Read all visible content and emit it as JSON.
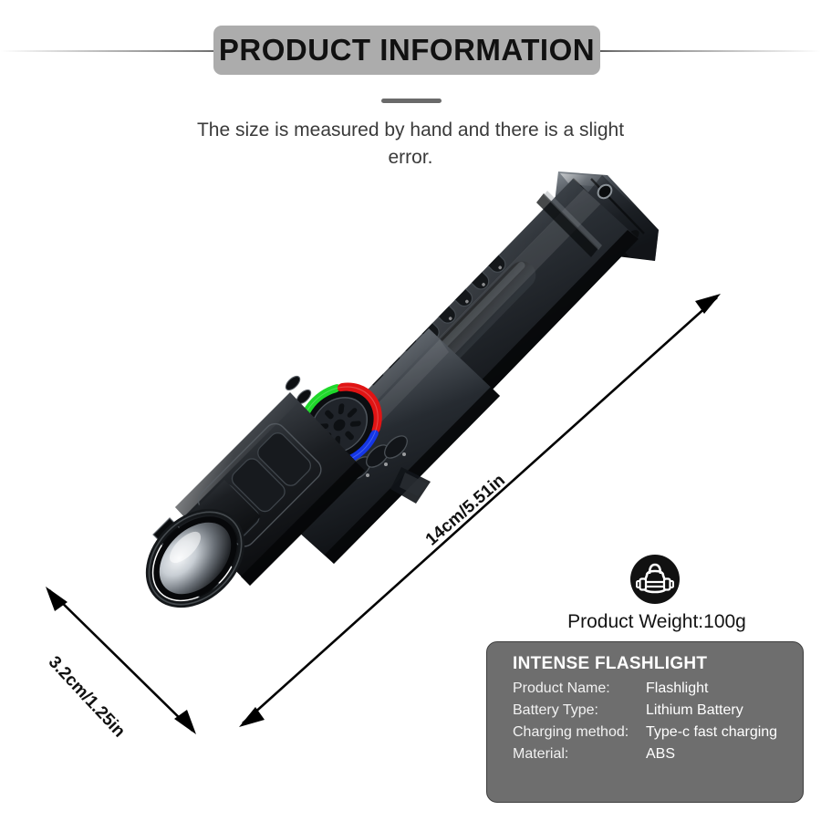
{
  "header": {
    "title": "PRODUCT INFORMATION",
    "subtitle": "The size is measured by hand and there is a slight error."
  },
  "dimensions": {
    "length_label": "14cm/5.51in",
    "width_label": "3.2cm/1.25in"
  },
  "weight": {
    "icon": "kettlebell-weight-icon",
    "text": "Product Weight:100g"
  },
  "spec_card": {
    "title": "INTENSE FLASHLIGHT",
    "rows": [
      {
        "key": "Product Name:",
        "value": "Flashlight"
      },
      {
        "key": "Battery Type:",
        "value": "Lithium Battery"
      },
      {
        "key": "Charging method:",
        "value": "Type-c fast charging"
      },
      {
        "key": "Material:",
        "value": "ABS"
      }
    ]
  },
  "product_image": {
    "name": "flashlight-photo",
    "alt": "Black tactical flashlight shown at an angle"
  },
  "colors": {
    "banner": "#acacac",
    "card_bg": "#6e6e6e",
    "text_dark": "#111111",
    "led_green": "#1fd82a",
    "led_red": "#e01414",
    "led_blue": "#1436e6"
  }
}
